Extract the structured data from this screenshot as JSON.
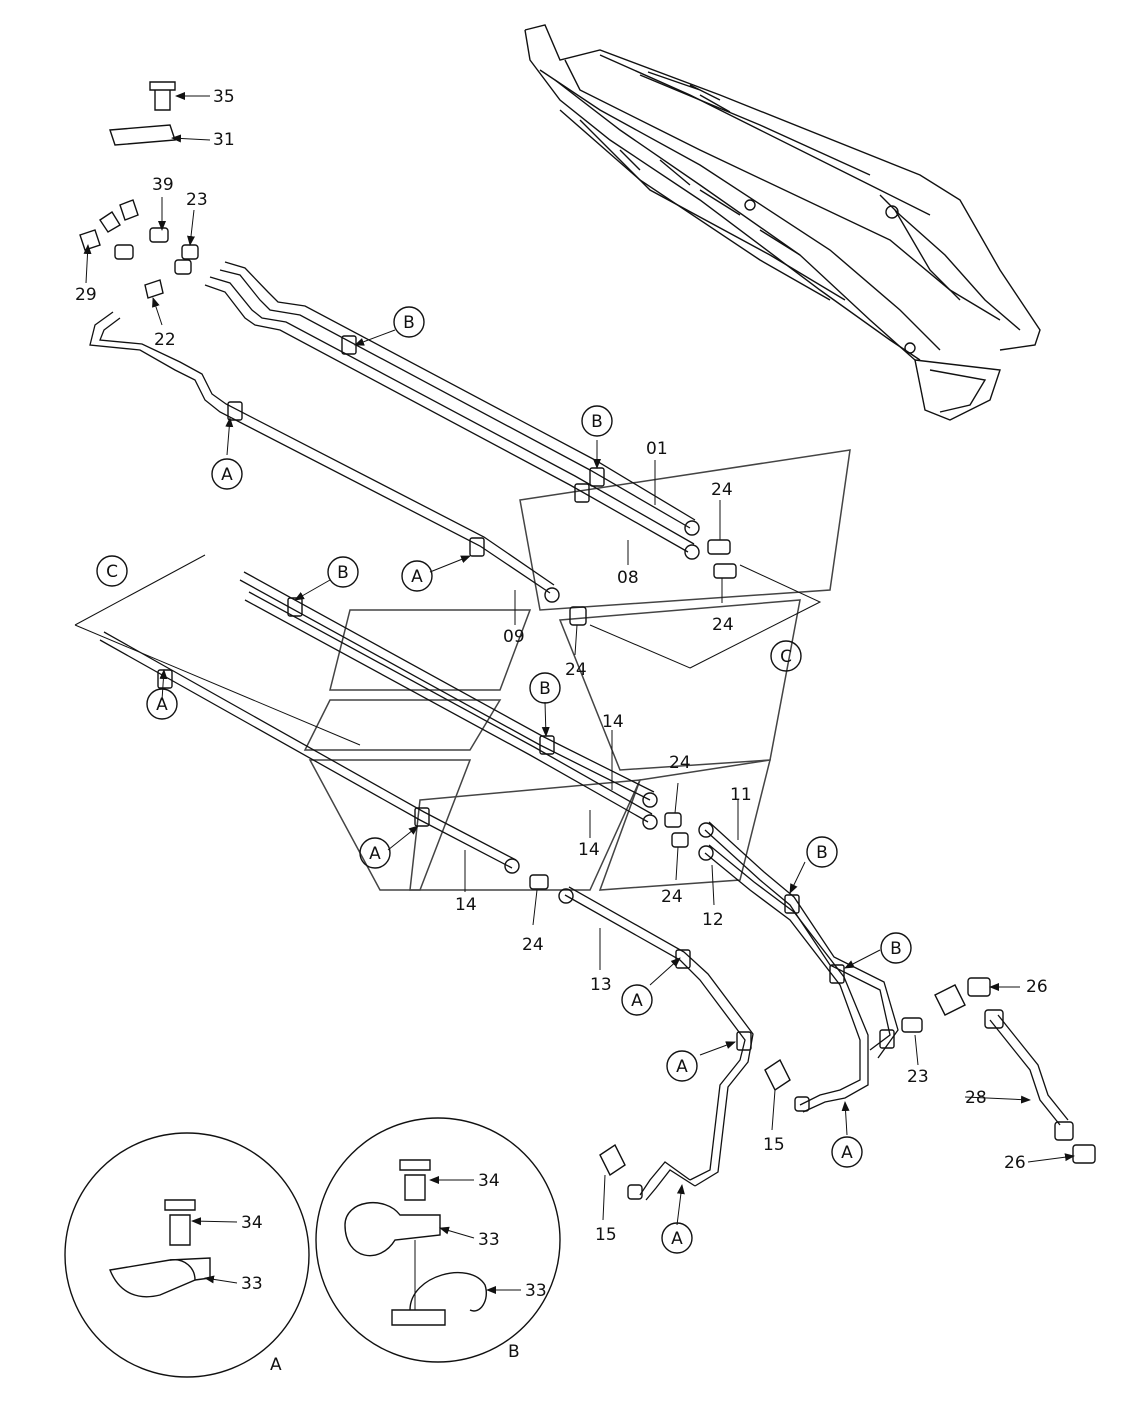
{
  "callouts": {
    "p35": "35",
    "p31": "31",
    "p39": "39",
    "p23a": "23",
    "p29": "29",
    "p22": "22",
    "p01": "01",
    "p08": "08",
    "p09": "09",
    "p24a": "24",
    "p24b": "24",
    "p24c": "24",
    "p24d": "24",
    "p24e": "24",
    "p24f": "24",
    "p14a": "14",
    "p14b": "14",
    "p14c": "14",
    "p11": "11",
    "p12": "12",
    "p13": "13",
    "p26a": "26",
    "p26b": "26",
    "p23b": "23",
    "p28": "28",
    "p15a": "15",
    "p15b": "15",
    "p34a": "34",
    "p33a": "33",
    "p34b": "34",
    "p33b": "33",
    "p33c": "33"
  },
  "markers": {
    "b1": "B",
    "b2": "B",
    "b3": "B",
    "b4": "B",
    "b5": "B",
    "b6": "B",
    "a1": "A",
    "a2": "A",
    "a3": "A",
    "a4": "A",
    "a5": "A",
    "a6": "A",
    "a7": "A",
    "a8": "A",
    "c1": "C",
    "c2": "C"
  },
  "detail_labels": {
    "a": "A",
    "b": "B"
  }
}
